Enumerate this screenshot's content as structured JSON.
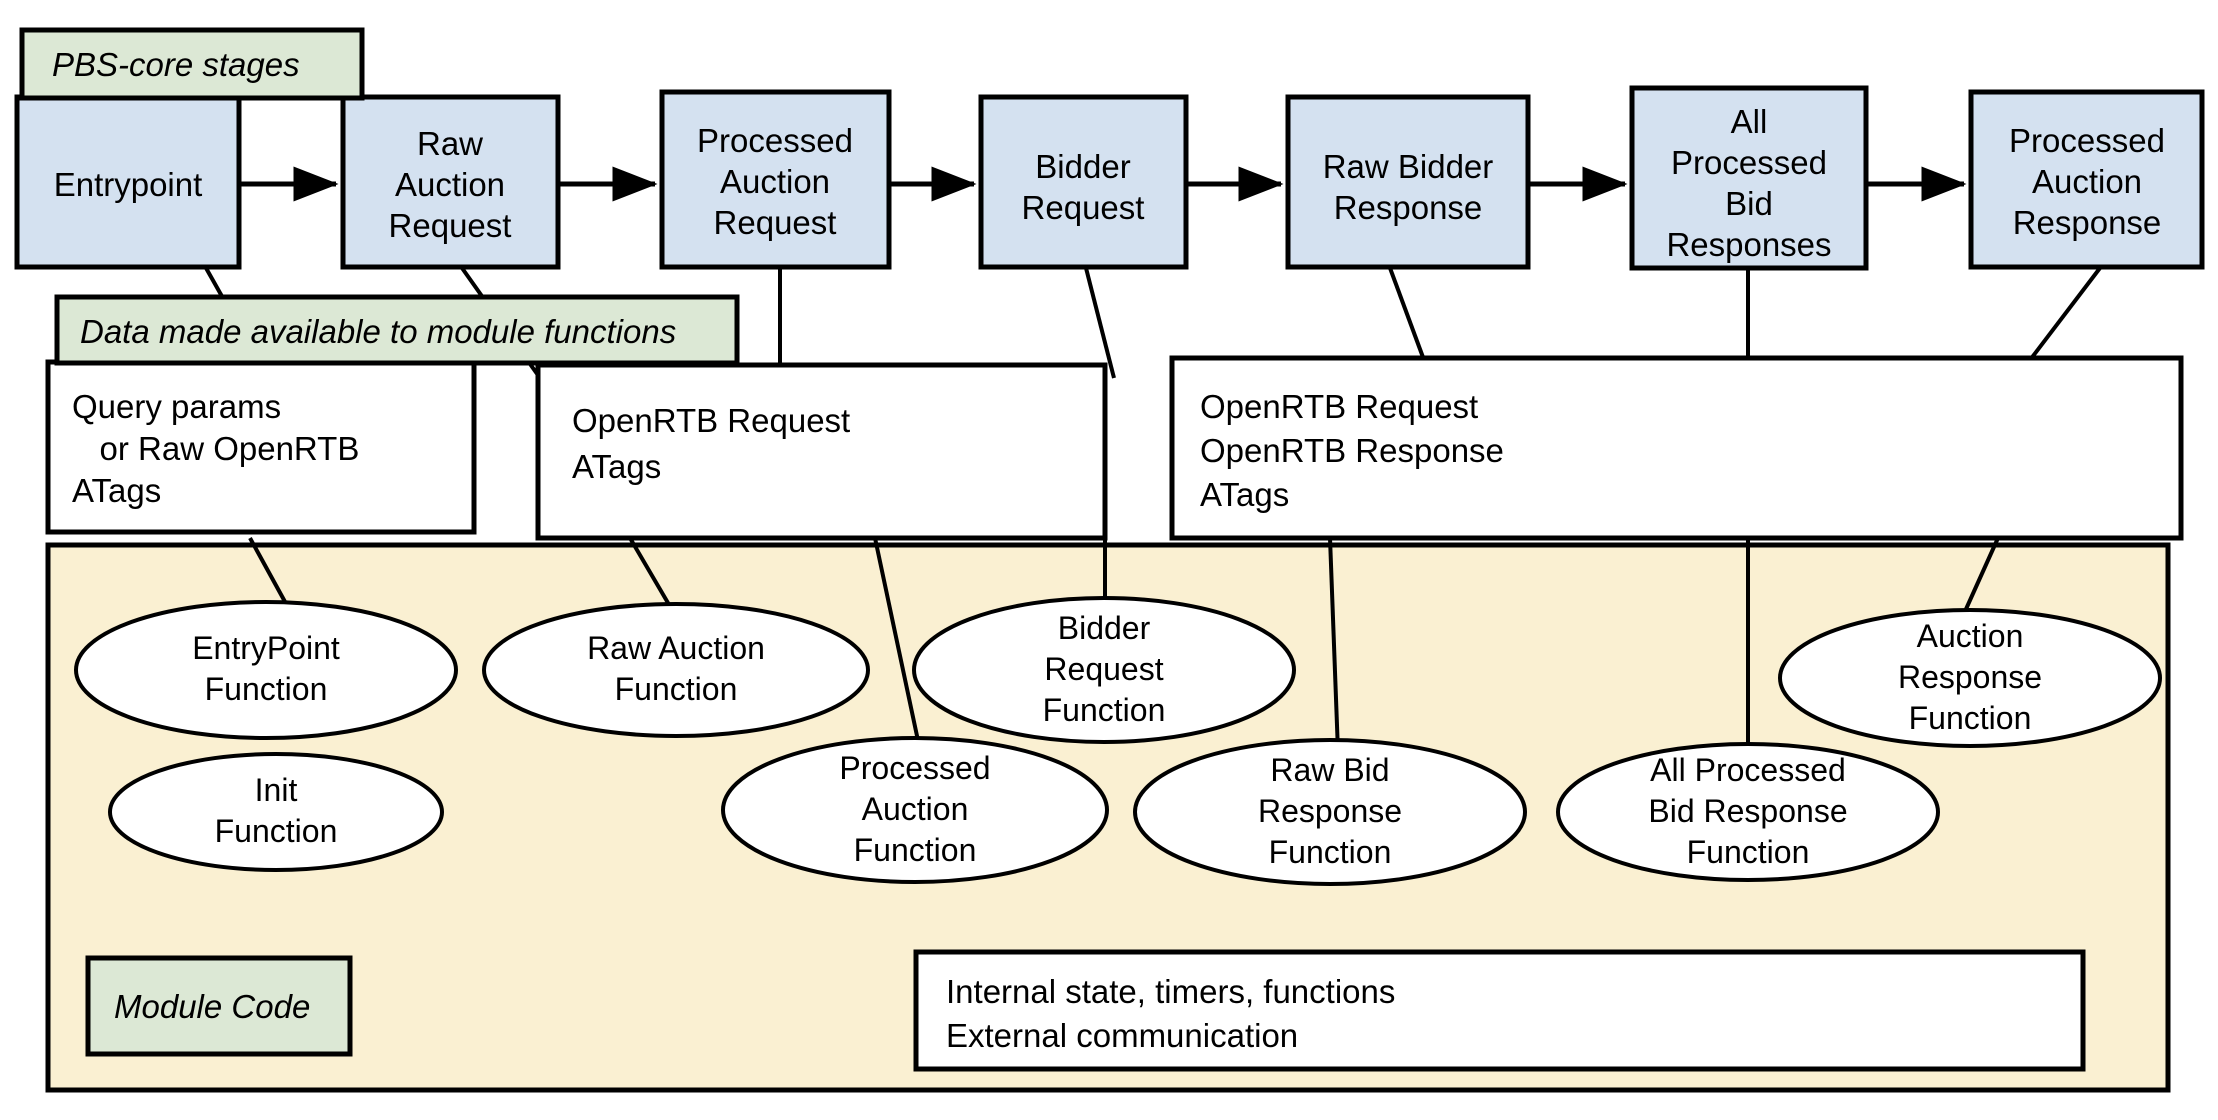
{
  "diagram": {
    "title": "Prebid Server module lifecycle diagram",
    "colors": {
      "stage_fill": "#d4e1f0",
      "legend_fill": "#dce8d5",
      "module_area_fill": "#faf0d2",
      "data_box_fill": "#ffffff",
      "stroke": "#000000"
    }
  },
  "legends": {
    "pbs_core": "PBS-core stages",
    "data_available": "Data made available to module functions",
    "module_code": "Module Code"
  },
  "stages": [
    {
      "id": "entrypoint",
      "lines": [
        "Entrypoint"
      ]
    },
    {
      "id": "raw-auction-request",
      "lines": [
        "Raw",
        "Auction",
        "Request"
      ]
    },
    {
      "id": "processed-auction-request",
      "lines": [
        "Processed",
        "Auction",
        "Request"
      ]
    },
    {
      "id": "bidder-request",
      "lines": [
        "Bidder",
        "Request"
      ]
    },
    {
      "id": "raw-bidder-response",
      "lines": [
        "Raw Bidder",
        "Response"
      ]
    },
    {
      "id": "all-processed-bid-responses",
      "lines": [
        "All",
        "Processed",
        "Bid",
        "Responses"
      ]
    },
    {
      "id": "processed-auction-response",
      "lines": [
        "Processed",
        "Auction",
        "Response"
      ]
    }
  ],
  "data_boxes": [
    {
      "id": "entrypoint-data",
      "lines": [
        "Query params",
        "   or Raw OpenRTB",
        "ATags"
      ]
    },
    {
      "id": "request-data",
      "lines": [
        "OpenRTB Request",
        "ATags"
      ]
    },
    {
      "id": "response-data",
      "lines": [
        "OpenRTB Request",
        "OpenRTB Response",
        "ATags"
      ]
    }
  ],
  "module_functions": [
    {
      "id": "entrypoint-function",
      "lines": [
        "EntryPoint",
        "Function"
      ]
    },
    {
      "id": "init-function",
      "lines": [
        "Init",
        "Function"
      ]
    },
    {
      "id": "raw-auction-function",
      "lines": [
        "Raw Auction",
        "Function"
      ]
    },
    {
      "id": "processed-auction-function",
      "lines": [
        "Processed",
        "Auction",
        "Function"
      ]
    },
    {
      "id": "bidder-request-function",
      "lines": [
        "Bidder",
        "Request",
        "Function"
      ]
    },
    {
      "id": "raw-bid-response-function",
      "lines": [
        "Raw Bid",
        "Response",
        "Function"
      ]
    },
    {
      "id": "all-processed-bid-response-function",
      "lines": [
        "All Processed",
        "Bid Response",
        "Function"
      ]
    },
    {
      "id": "auction-response-function",
      "lines": [
        "Auction",
        "Response",
        "Function"
      ]
    }
  ],
  "module_internals": {
    "id": "module-internals-box",
    "lines": [
      "Internal state, timers, functions",
      "External communication"
    ]
  }
}
